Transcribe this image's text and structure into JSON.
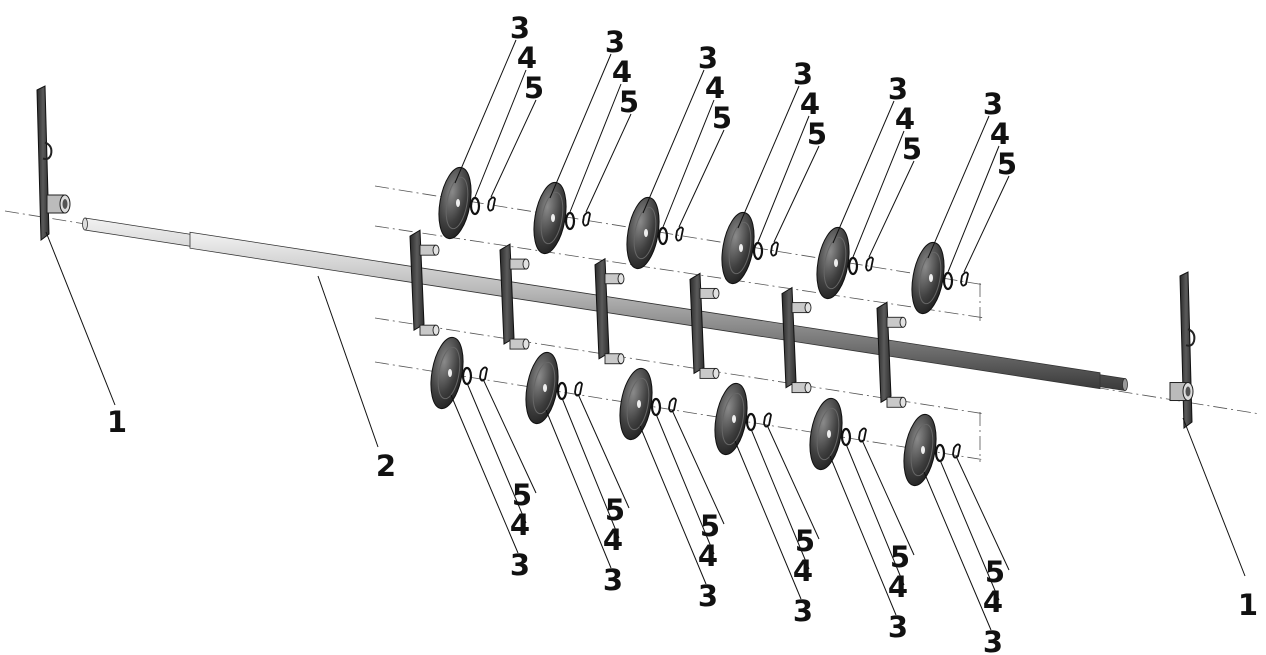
{
  "labels": {
    "bracket": "1",
    "shaft": "2",
    "wheel": "3",
    "washer": "4",
    "pin": "5"
  },
  "groups": {
    "upper_count": 6,
    "lower_count": 6
  },
  "colors": {
    "line": "#111111",
    "metal_dark": "#3c3c3c",
    "metal_mid": "#6a6a6a",
    "metal_light": "#c8c8c8",
    "background": "#ffffff"
  }
}
